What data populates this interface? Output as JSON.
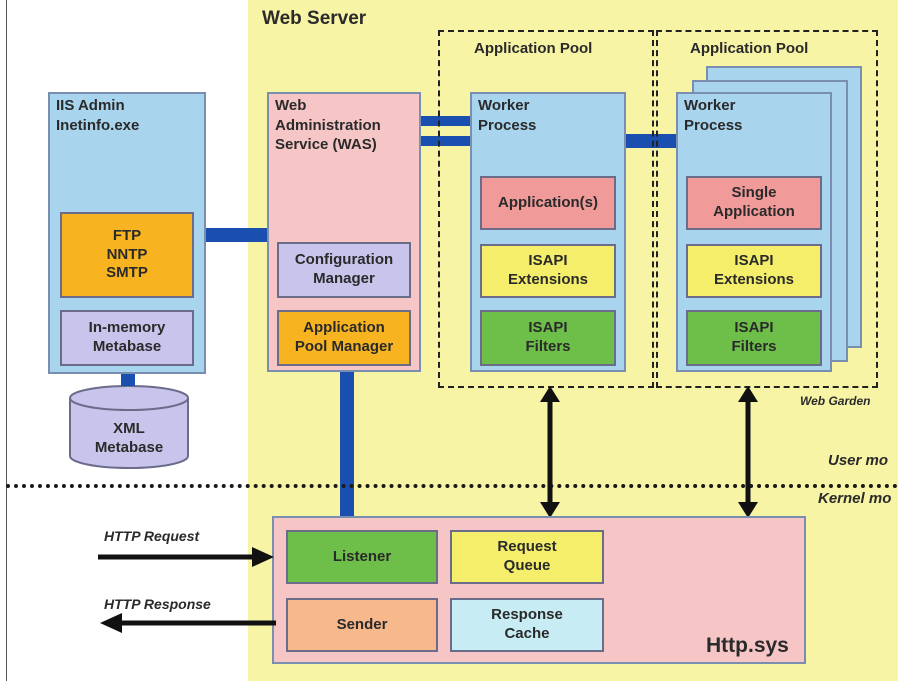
{
  "web_server": {
    "title": "Web Server"
  },
  "iis_admin": {
    "title": "IIS Admin\nInetinfo.exe",
    "protocols": "FTP\nNNTP\nSMTP",
    "in_memory_metabase": "In-memory\nMetabase",
    "xml_metabase": "XML\nMetabase"
  },
  "was": {
    "title": "Web\nAdministration\nService (WAS)",
    "configuration_manager": "Configuration\nManager",
    "app_pool_manager": "Application\nPool Manager"
  },
  "app_pool_1": {
    "title": "Application Pool",
    "worker_process": "Worker\nProcess",
    "applications": "Application(s)",
    "isapi_extensions": "ISAPI\nExtensions",
    "isapi_filters": "ISAPI\nFilters"
  },
  "app_pool_2": {
    "title": "Application Pool",
    "worker_process": "Worker\nProcess",
    "single_application": "Single\nApplication",
    "isapi_extensions": "ISAPI\nExtensions",
    "isapi_filters": "ISAPI\nFilters",
    "web_garden": "Web Garden"
  },
  "modes": {
    "user": "User mo",
    "kernel": "Kernel mo"
  },
  "http_sys": {
    "title": "Http.sys",
    "listener": "Listener",
    "request_queue": "Request\nQueue",
    "sender": "Sender",
    "response_cache": "Response\nCache"
  },
  "io": {
    "request": "HTTP Request",
    "response": "HTTP Response"
  },
  "colors": {
    "yellow_bg": "#f8f4a6",
    "blue_box": "#a8d4ee",
    "pink_box": "#f6c6c6",
    "orange": "#f7b420",
    "lavender": "#c8c4ec",
    "green": "#6dbf4a",
    "yellow": "#f4ee6a",
    "salmon": "#f09a9a",
    "peach": "#f7b88c",
    "light_cyan": "#c8ecf4",
    "connector": "#1a4fb0"
  }
}
